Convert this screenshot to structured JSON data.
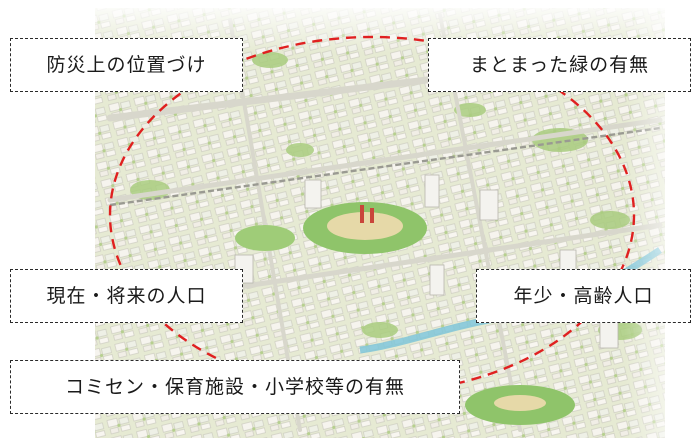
{
  "labels": {
    "disaster_prevention": "防災上の位置づけ",
    "green_space": "まとまった緑の有無",
    "population": "現在・将来の人口",
    "youth_elderly": "年少・高齢人口",
    "facilities": "コミセン・保育施設・小学校等の有無"
  },
  "colors": {
    "circle_stroke": "#e02020",
    "label_border": "#2a2a2a",
    "park_green": "#8fc46a",
    "building": "#f3f1ea",
    "river": "#7fc6d8"
  }
}
